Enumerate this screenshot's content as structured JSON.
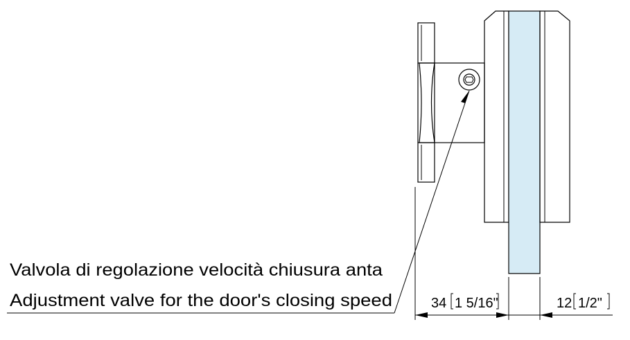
{
  "callout": {
    "line_it": "Valvola di regolazione velocità chiusura anta",
    "line_en": "Adjustment valve for the door's closing speed"
  },
  "dimensions": {
    "left": {
      "value": "34",
      "imperial": "1 5/16\""
    },
    "right": {
      "value": "12",
      "imperial": "1/2\""
    }
  },
  "colors": {
    "glass": "#d6ebf5",
    "line": "#000000"
  }
}
